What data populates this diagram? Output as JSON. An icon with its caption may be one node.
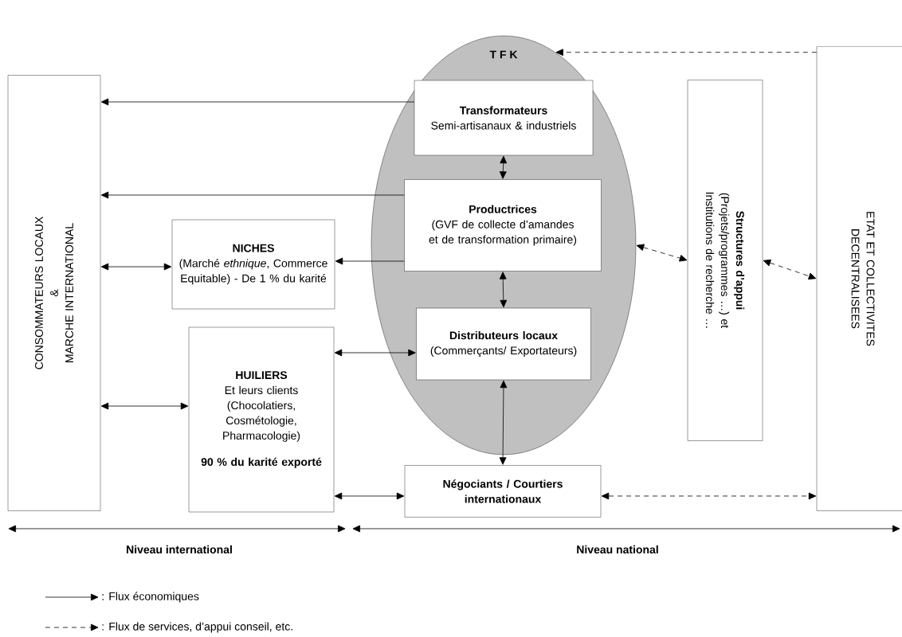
{
  "diagram": {
    "nodes": [
      {
        "text": [
          "CONSOMMATEURS LOCAUX",
          "&",
          "MARCHE INTERNATIONAL"
        ]
      },
      {
        "text": [
          "T F K"
        ]
      },
      {
        "text": [
          "Transformateurs",
          "Semi-artisanaux & industriels"
        ],
        "in": 1
      },
      {
        "text": [
          "Productrices",
          "(GVF de collecte d’amandes et de transformation primaire)"
        ],
        "in": 1
      },
      {
        "text": [
          "NICHES",
          "(Marché *ethnique*, Commerce Equitable) - De 1 % du karité"
        ]
      },
      {
        "text": [
          "Distributeurs locaux",
          "(Commerçants/ Exportateurs)"
        ],
        "in": 1
      },
      {
        "text": [
          "HUILIERS",
          "Et leurs clients (Chocolatiers, Cosmétologie, Pharmacologie)",
          "90 % du karité exporté"
        ]
      },
      {
        "text": [
          "Structures d’appui",
          "(Projets/programmes …) et Institutions de recherche …"
        ]
      },
      {
        "text": [
          "ETAT ET COLLECTIVITES DECENTRALISEES"
        ]
      },
      {
        "text": [
          "Négociants / Courtiers internationaux"
        ]
      }
    ],
    "edges": [
      {
        "from": 2,
        "to": 0,
        "arrow": "to"
      },
      {
        "from": 3,
        "to": 0,
        "arrow": "to"
      },
      {
        "from": 3,
        "to": 4,
        "arrow": "to"
      },
      {
        "from": 0,
        "to": 4,
        "arrow": "both"
      },
      {
        "from": 0,
        "to": 6,
        "arrow": "both"
      },
      {
        "from": 6,
        "to": 5,
        "arrow": "both"
      },
      {
        "from": 6,
        "to": 9,
        "arrow": "both"
      },
      {
        "from": 2,
        "to": 3,
        "arrow": "both"
      },
      {
        "from": 3,
        "to": 5,
        "arrow": "both"
      },
      {
        "from": 5,
        "to": 9,
        "arrow": "both"
      },
      {
        "from": 8,
        "to": 1,
        "arrow": "to",
        "style": "dashed"
      },
      {
        "from": 1,
        "to": 7,
        "arrow": "both",
        "style": "dashed"
      },
      {
        "from": 7,
        "to": 8,
        "arrow": "both",
        "style": "dashed"
      },
      {
        "from": 9,
        "to": 8,
        "arrow": "both",
        "style": "dashed"
      }
    ],
    "labels": [
      "Niveau international",
      "Niveau national"
    ],
    "legend": [
      {
        "text": ": Flux économiques"
      },
      {
        "text": ": Flux de services, d’appui conseil, etc."
      }
    ]
  }
}
